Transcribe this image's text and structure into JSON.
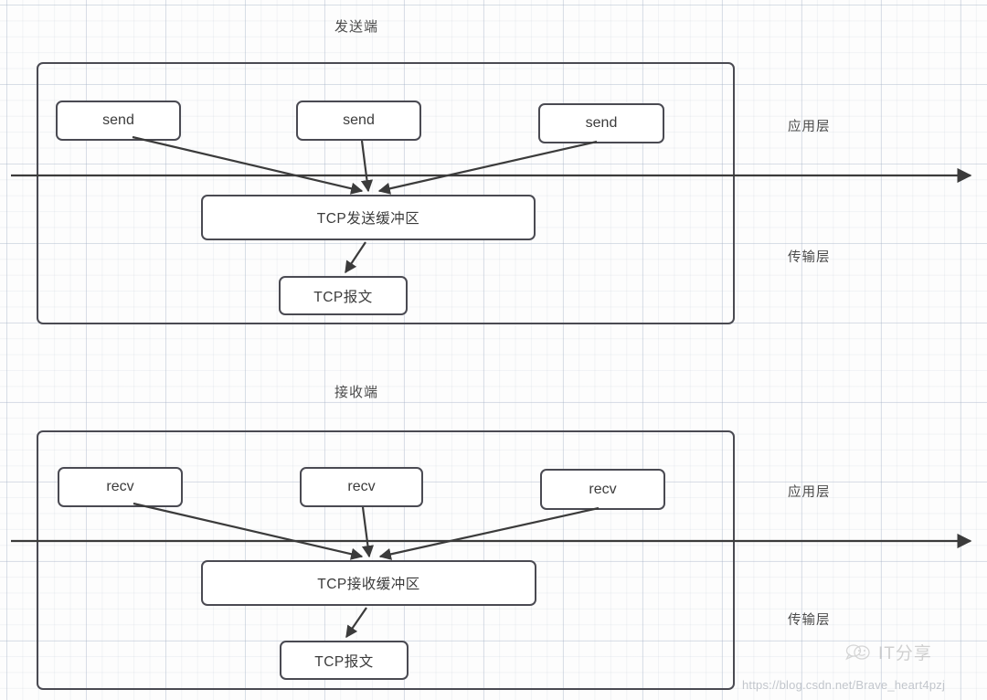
{
  "diagram": {
    "title_sender": "发送端",
    "title_receiver": "接收端",
    "sender": {
      "app_calls": [
        "send",
        "send",
        "send"
      ],
      "buffer": "TCP发送缓冲区",
      "segment": "TCP报文",
      "layer_app": "应用层",
      "layer_transport": "传输层"
    },
    "receiver": {
      "app_calls": [
        "recv",
        "recv",
        "recv"
      ],
      "buffer": "TCP接收缓冲区",
      "segment": "TCP报文",
      "layer_app": "应用层",
      "layer_transport": "传输层"
    }
  },
  "watermark": {
    "brand": "IT分享",
    "logo_icon": "smiley-speech-bubble-icon",
    "url": "https://blog.csdn.net/Brave_heart4pzj"
  },
  "colors": {
    "stroke": "#4a4a52",
    "text": "#3b3b3b",
    "label": "#4a4a4a",
    "grid_major": "#96a5be",
    "grid_minor": "#b4becd",
    "background": "#fdfdfd",
    "watermark_text": "#9a9a9a",
    "watermark_url": "#c2c6cc"
  }
}
